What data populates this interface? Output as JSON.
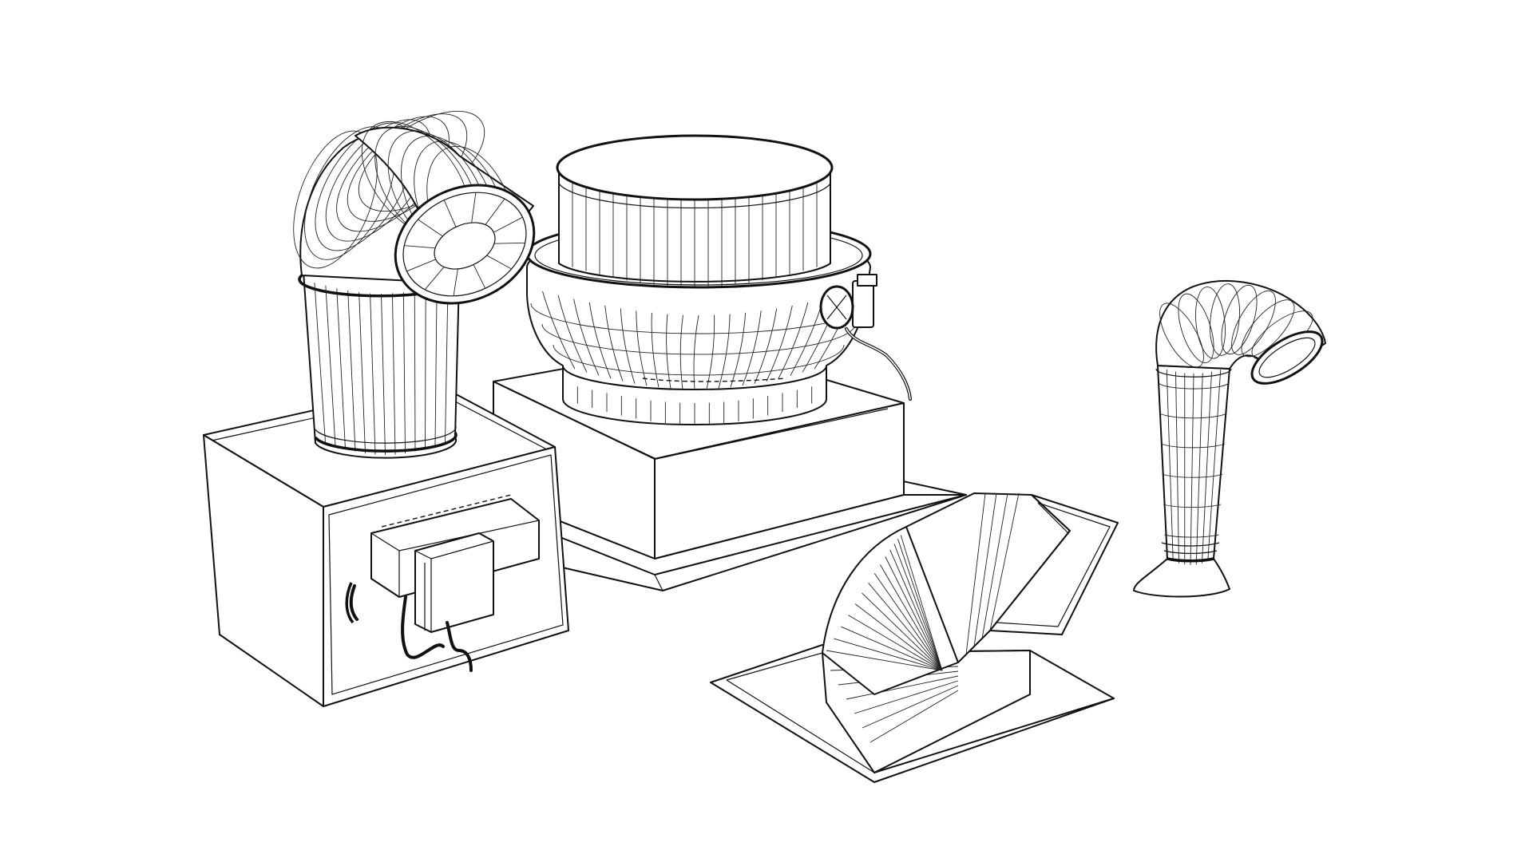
{
  "canvas": {
    "background": "#ffffff",
    "line_color": "#111111"
  },
  "objects": [
    "inline-duct-fan-cabinet",
    "curved-duct-elbow",
    "rooftop-exhaust-fan",
    "fan-roof-curb",
    "gooseneck-roof-hood",
    "j-shaped-exhaust-vent"
  ]
}
